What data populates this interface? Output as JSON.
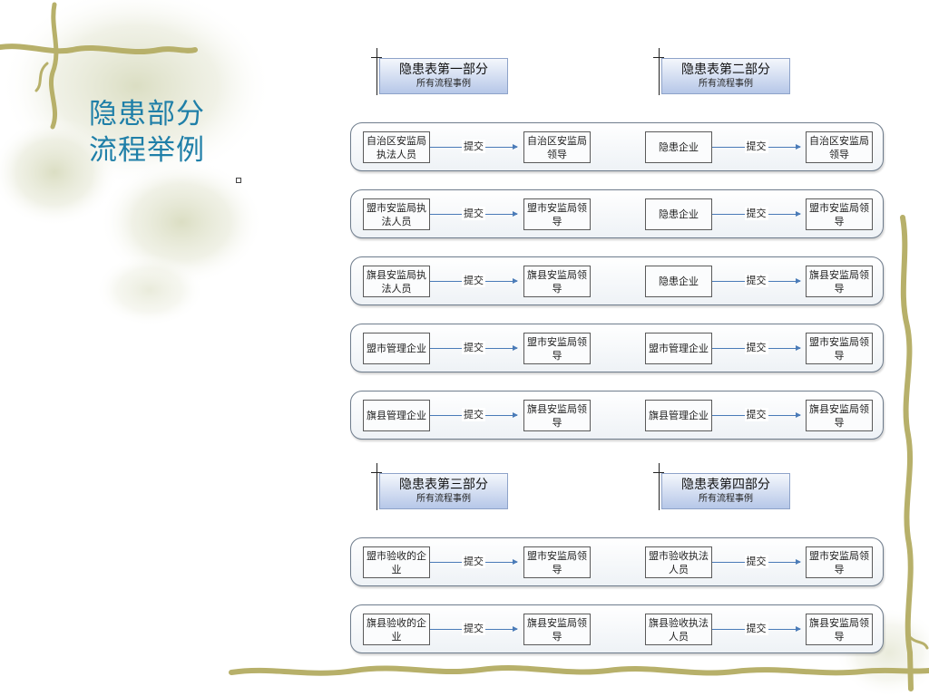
{
  "slide": {
    "title_line1": "隐患部分",
    "title_line2": "流程举例"
  },
  "sections": [
    {
      "title": "隐患表第一部分",
      "subtitle": "所有流程事例"
    },
    {
      "title": "隐患表第二部分",
      "subtitle": "所有流程事例"
    },
    {
      "title": "隐患表第三部分",
      "subtitle": "所有流程事例"
    },
    {
      "title": "隐患表第四部分",
      "subtitle": "所有流程事例"
    }
  ],
  "flows": [
    {
      "left": {
        "from": "自治区安监局执法人员",
        "action": "提交",
        "to": "自治区安监局领导"
      },
      "right": {
        "from": "隐患企业",
        "action": "提交",
        "to": "自治区安监局领导"
      }
    },
    {
      "left": {
        "from": "盟市安监局执法人员",
        "action": "提交",
        "to": "盟市安监局领导"
      },
      "right": {
        "from": "隐患企业",
        "action": "提交",
        "to": "盟市安监局领导"
      }
    },
    {
      "left": {
        "from": "旗县安监局执法人员",
        "action": "提交",
        "to": "旗县安监局领导"
      },
      "right": {
        "from": "隐患企业",
        "action": "提交",
        "to": "旗县安监局领导"
      }
    },
    {
      "left": {
        "from": "盟市管理企业",
        "action": "提交",
        "to": "盟市安监局领导"
      },
      "right": {
        "from": "盟市管理企业",
        "action": "提交",
        "to": "盟市安监局领导"
      }
    },
    {
      "left": {
        "from": "旗县管理企业",
        "action": "提交",
        "to": "旗县安监局领导"
      },
      "right": {
        "from": "旗县管理企业",
        "action": "提交",
        "to": "旗县安监局领导"
      }
    },
    {
      "left": {
        "from": "盟市验收的企业",
        "action": "提交",
        "to": "盟市安监局领导"
      },
      "right": {
        "from": "盟市验收执法人员",
        "action": "提交",
        "to": "盟市安监局领导"
      }
    },
    {
      "left": {
        "from": "旗县验收的企业",
        "action": "提交",
        "to": "旗县安监局领导"
      },
      "right": {
        "from": "旗县验收执法人员",
        "action": "提交",
        "to": "旗县安监局领导"
      }
    }
  ],
  "colors": {
    "title": "#1f7fa8",
    "connector": "#4a7bb8",
    "vine": "#b7b06a"
  }
}
